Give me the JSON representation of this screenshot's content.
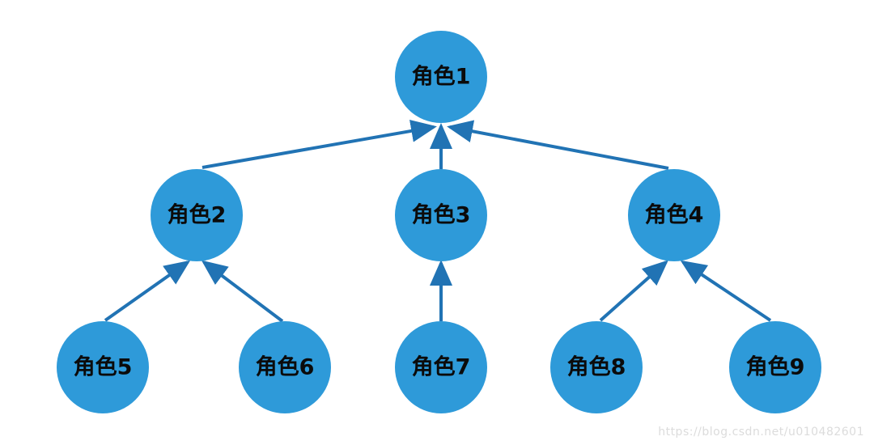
{
  "diagram": {
    "type": "tree-hierarchy",
    "nodes": [
      {
        "id": "n1",
        "label": "角色1",
        "level": 1,
        "parent": null
      },
      {
        "id": "n2",
        "label": "角色2",
        "level": 2,
        "parent": "n1"
      },
      {
        "id": "n3",
        "label": "角色3",
        "level": 2,
        "parent": "n1"
      },
      {
        "id": "n4",
        "label": "角色4",
        "level": 2,
        "parent": "n1"
      },
      {
        "id": "n5",
        "label": "角色5",
        "level": 3,
        "parent": "n2"
      },
      {
        "id": "n6",
        "label": "角色6",
        "level": 3,
        "parent": "n2"
      },
      {
        "id": "n7",
        "label": "角色7",
        "level": 3,
        "parent": "n3"
      },
      {
        "id": "n8",
        "label": "角色8",
        "level": 3,
        "parent": "n4"
      },
      {
        "id": "n9",
        "label": "角色9",
        "level": 3,
        "parent": "n4"
      }
    ],
    "edges": [
      {
        "from": "n2",
        "to": "n1",
        "direction": "child-to-parent-arrow"
      },
      {
        "from": "n3",
        "to": "n1",
        "direction": "child-to-parent-arrow"
      },
      {
        "from": "n4",
        "to": "n1",
        "direction": "child-to-parent-arrow"
      },
      {
        "from": "n5",
        "to": "n2",
        "direction": "child-to-parent-arrow"
      },
      {
        "from": "n6",
        "to": "n2",
        "direction": "child-to-parent-arrow"
      },
      {
        "from": "n7",
        "to": "n3",
        "direction": "child-to-parent-arrow"
      },
      {
        "from": "n8",
        "to": "n4",
        "direction": "child-to-parent-arrow"
      },
      {
        "from": "n9",
        "to": "n4",
        "direction": "child-to-parent-arrow"
      }
    ],
    "colors": {
      "node_fill": "#2E9AD9",
      "edge": "#2173B4",
      "label": "#0b0b0b",
      "watermark": "#dcdcdc"
    }
  },
  "watermark": {
    "text": "https://blog.csdn.net/u010482601"
  }
}
